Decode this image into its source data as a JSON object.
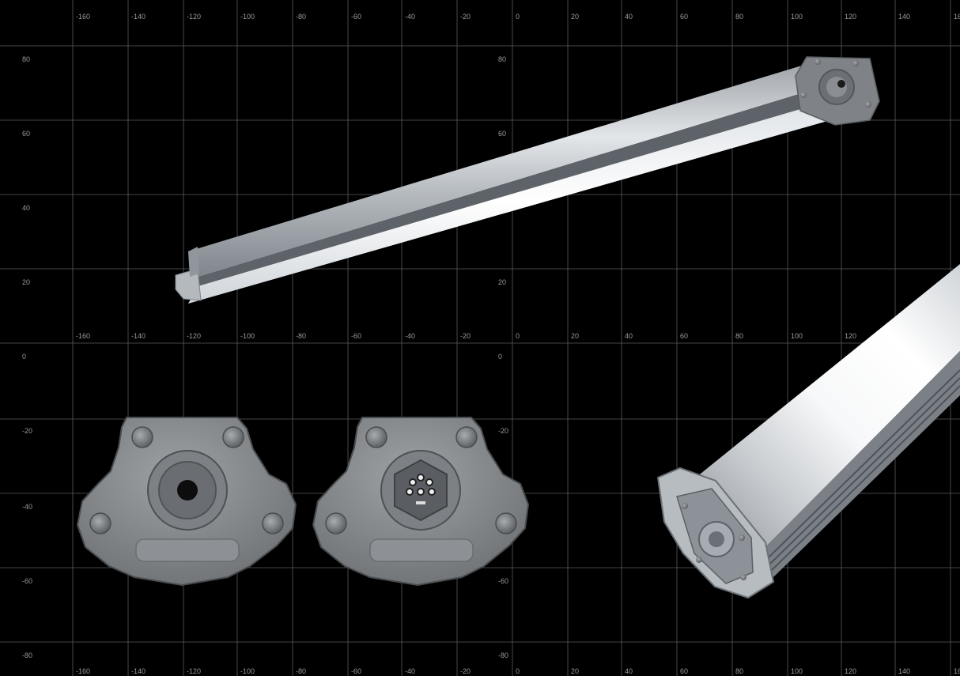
{
  "colors": {
    "background": "#000000",
    "grid_line": "#5a5a5a",
    "label": "#9a9a9a",
    "housing": "#8a8d90",
    "aluminium": "#c9cdd1",
    "diffuser": "#f4f6f8"
  },
  "grid": {
    "top_x_labels": [
      "-160",
      "-140",
      "-120",
      "-100",
      "-80",
      "-60",
      "-40",
      "-20",
      "0",
      "20",
      "40",
      "60",
      "80",
      "100",
      "120",
      "140",
      "16"
    ],
    "mid_x_labels": [
      "-160",
      "-140",
      "-120",
      "-100",
      "-80",
      "-60",
      "-40",
      "-20",
      "0",
      "20",
      "40",
      "60",
      "80",
      "100",
      "120"
    ],
    "bottom_x_labels": [
      "-160",
      "-140",
      "-120",
      "-100",
      "-80",
      "-60",
      "-40",
      "-20",
      "0",
      "20",
      "40",
      "60",
      "80",
      "100",
      "120",
      "140",
      "16"
    ],
    "left_y_labels": [
      "80",
      "60",
      "40",
      "20",
      "0",
      "-20",
      "-40",
      "-60",
      "-80"
    ],
    "center_y_labels": [
      "80",
      "60",
      "20",
      "0",
      "-20",
      "-60",
      "-80"
    ]
  },
  "objects": {
    "luminaire_side_view": "luminaire-side-view-image",
    "end_cap_gland": "end-cap-cable-gland-image",
    "end_cap_connector": "end-cap-connector-image",
    "luminaire_perspective": "luminaire-perspective-image"
  }
}
